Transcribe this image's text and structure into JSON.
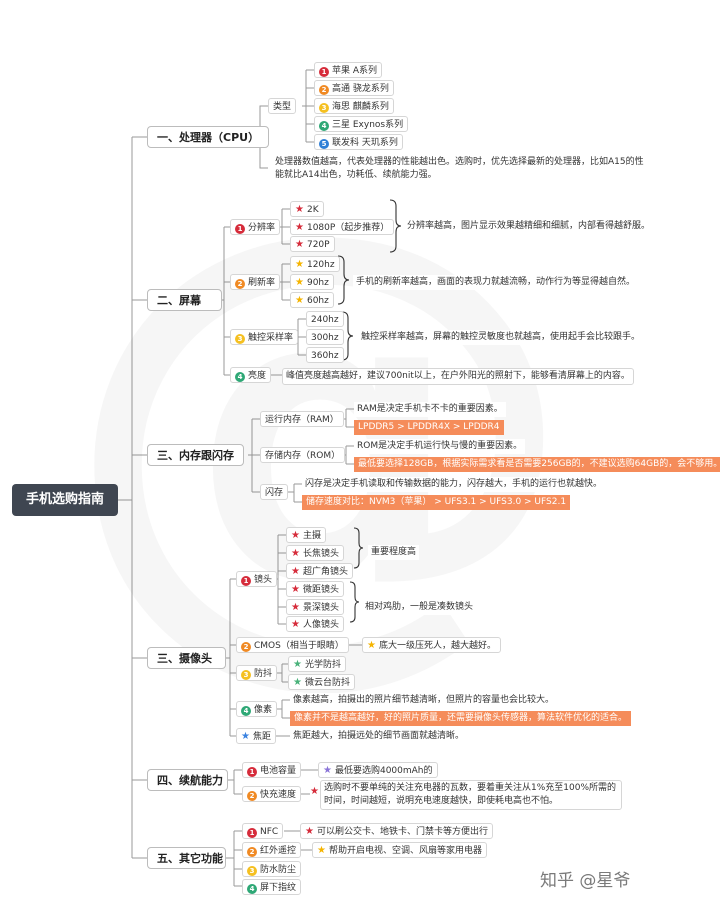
{
  "root": "手机选购指南",
  "cpu": {
    "title": "一、处理器（CPU）",
    "type_label": "类型",
    "types": [
      "苹果 A系列",
      "高通 骁龙系列",
      "海思 麒麟系列",
      "三星 Exynos系列",
      "联发科 天玑系列"
    ],
    "note": "处理器数值越高，代表处理器的性能越出色。选购时，优先选择最新的处理器，比如A15的性能就比A14出色，功耗低、续航能力强。"
  },
  "screen": {
    "title": "二、屏幕",
    "resolution": {
      "label": "分辨率",
      "options": [
        "2K",
        "1080P（起步推荐）",
        "720P"
      ],
      "note": "分辨率越高，图片显示效果越精细和细腻，内部看得越舒服。"
    },
    "refresh": {
      "label": "刷新率",
      "options": [
        "120hz",
        "90hz",
        "60hz"
      ],
      "note": "手机的刷新率越高，画面的表现力就越流畅，动作行为等显得越自然。"
    },
    "touch": {
      "label": "触控采样率",
      "options": [
        "240hz",
        "300hz",
        "360hz"
      ],
      "note": "触控采样率越高，屏幕的触控灵敏度也就越高，使用起手会比较跟手。"
    },
    "brightness": {
      "label": "亮度",
      "note": "峰值亮度越高越好，建议700nit以上，在户外阳光的照射下，能够看清屏幕上的内容。"
    }
  },
  "memory": {
    "title": "三、内存跟闪存",
    "ram": {
      "label": "运行内存（RAM）",
      "note": "RAM是决定手机卡不卡的重要因素。",
      "hl": "LPDDR5 > LPDDR4X > LPDDR4"
    },
    "rom": {
      "label": "存储内存（ROM）",
      "note": "ROM是决定手机运行快与慢的重要因素。",
      "hl": "最低要选择128GB，根据实际需求看是否需要256GB的，不建议选购64GB的，会不够用。"
    },
    "flash": {
      "label": "闪存",
      "note": "闪存是决定手机读取和传输数据的能力，闪存越大，手机的运行也就越快。",
      "hl": "储存速度对比：NVM3（苹果） > UFS3.1 > UFS3.0 > UFS2.1"
    }
  },
  "camera": {
    "title": "三、摄像头",
    "lens": {
      "label": "镜头",
      "main": [
        "主摄",
        "长焦镜头",
        "超广角镜头"
      ],
      "main_note": "重要程度高",
      "aux": [
        "微距镜头",
        "景深镜头",
        "人像镜头"
      ],
      "aux_note": "相对鸡肋，一般是凑数镜头"
    },
    "cmos": {
      "label": "CMOS（相当于眼睛）",
      "note": "底大一级压死人，越大越好。"
    },
    "stab": {
      "label": "防抖",
      "options": [
        "光学防抖",
        "微云台防抖"
      ]
    },
    "pixel": {
      "label": "像素",
      "note": "像素越高，拍摄出的照片细节越清晰，但照片的容量也会比较大。",
      "hl": "像素并不是越高越好，好的照片质量，还需要摄像头传感器，算法软件优化的适合。"
    },
    "focal": {
      "label": "焦距",
      "note": "焦距越大，拍摄远处的细节画面就越清晰。"
    }
  },
  "battery": {
    "title": "四、续航能力",
    "capacity": {
      "label": "电池容量",
      "note": "最低要选购4000mAh的"
    },
    "charging": {
      "label": "快充速度",
      "note": "选购时不要单纯的关注充电器的瓦数，要着重关注从1%充至100%所需的时间，时间越短，说明充电速度越快，即使耗电高也不怕。"
    }
  },
  "other": {
    "title": "五、其它功能",
    "items": [
      "NFC",
      "红外遥控",
      "防水防尘",
      "屏下指纹"
    ],
    "nfc_note": "可以刷公交卡、地铁卡、门禁卡等方便出行",
    "ir_note": "帮助开启电视、空调、风扇等家用电器"
  },
  "watermark": "知乎 @星爷",
  "colors": {
    "root_bg": "#3f4651",
    "highlight": "#f58c5a",
    "line": "#9a9a9a"
  }
}
